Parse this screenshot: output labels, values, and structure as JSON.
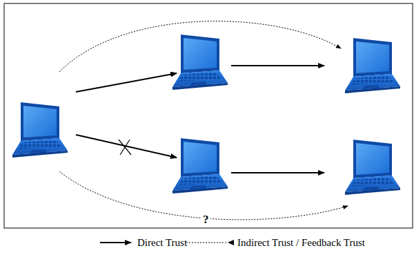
{
  "diagram": {
    "labels": [
      "?"
    ],
    "legend": [
      {
        "text": "Direct Trust"
      },
      {
        "text": "Indirect Trust / Feedback Trust"
      }
    ]
  }
}
